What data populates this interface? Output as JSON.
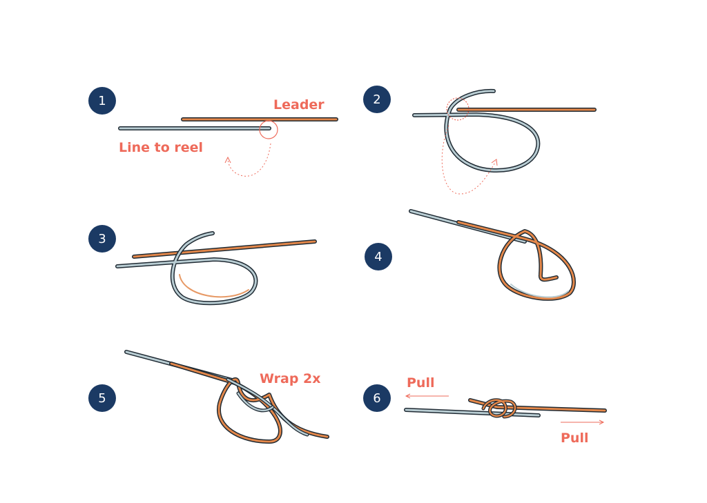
{
  "colors": {
    "badge": "#1b3a64",
    "callout": "#ee6a5a",
    "main_line": "#b9cdd3",
    "leader_line": "#e3874a",
    "outline": "#1f2a33"
  },
  "steps": [
    {
      "number": "1",
      "labels": [
        "Leader",
        "Line to reel"
      ]
    },
    {
      "number": "2",
      "labels": []
    },
    {
      "number": "3",
      "labels": []
    },
    {
      "number": "4",
      "labels": []
    },
    {
      "number": "5",
      "labels": [
        "Wrap 2x"
      ]
    },
    {
      "number": "6",
      "labels": [
        "Pull",
        "Pull"
      ]
    }
  ]
}
